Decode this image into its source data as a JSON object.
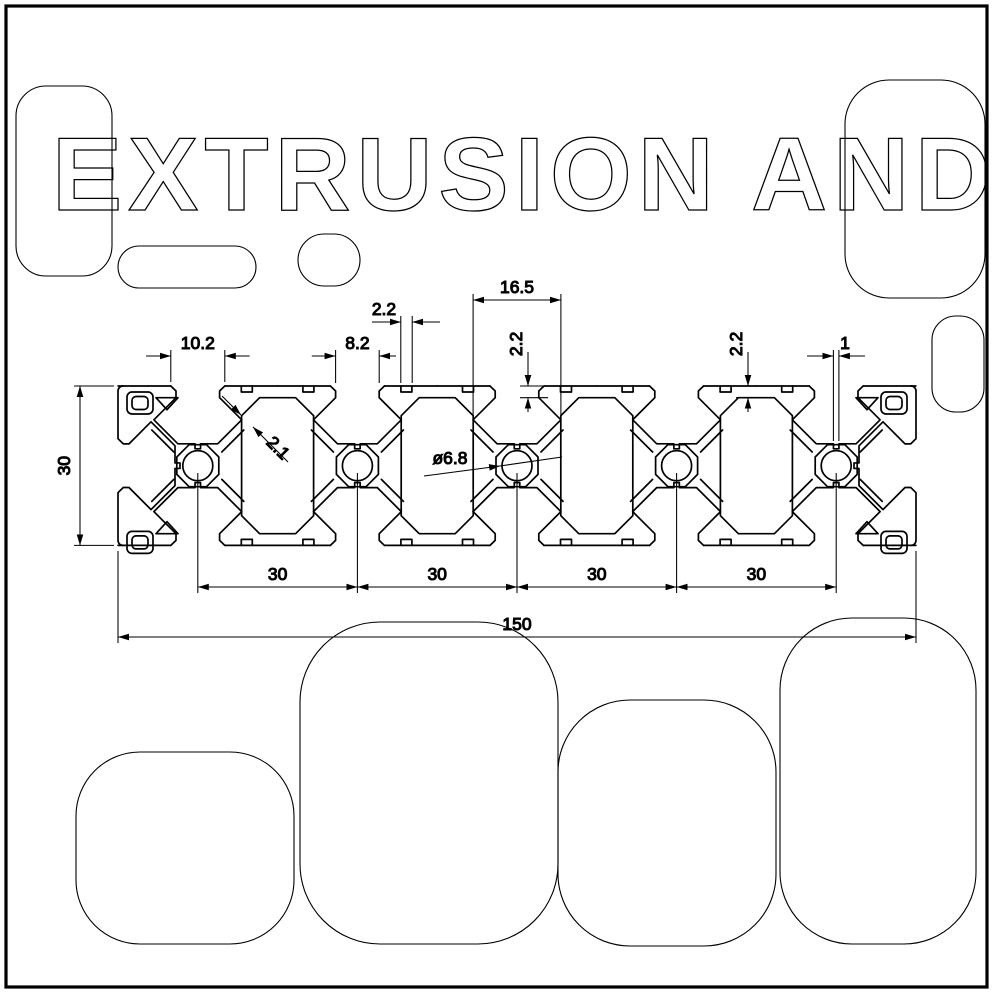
{
  "page": {
    "background": "#ffffff",
    "line_color": "#000000"
  },
  "watermark": {
    "text": "EXTRUSION AND"
  },
  "dims": {
    "slot_surface_opening": "10.2",
    "slot_lip_opening": "8.2",
    "surface_groove": "2.2",
    "slot_cavity_width": "16.5",
    "lip_depth": "2.2",
    "top_wall": "2.2",
    "center_rib": "1",
    "web_wall": "2.1",
    "hole_dia": "ø6.8",
    "profile_height": "30",
    "hole_pitch": [
      "30",
      "30",
      "30",
      "30"
    ],
    "overall_length": "150"
  }
}
